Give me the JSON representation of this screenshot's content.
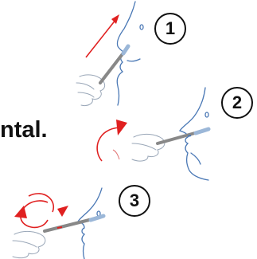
{
  "fragment_text": "ntal.",
  "steps": [
    {
      "number": "1",
      "motion": "insert-along-nose"
    },
    {
      "number": "2",
      "motion": "rotate"
    },
    {
      "number": "3",
      "motion": "rotate-both-directions"
    }
  ],
  "colors": {
    "outline": "#4a78b5",
    "arrow": "#e02020",
    "swab_shaft": "#888888",
    "swab_tip": "#9bb7d8",
    "text": "#111111"
  },
  "icons": [
    "face-profile-icon",
    "hand-icon",
    "swab-icon",
    "arrow-icon",
    "rotate-arrow-icon"
  ]
}
